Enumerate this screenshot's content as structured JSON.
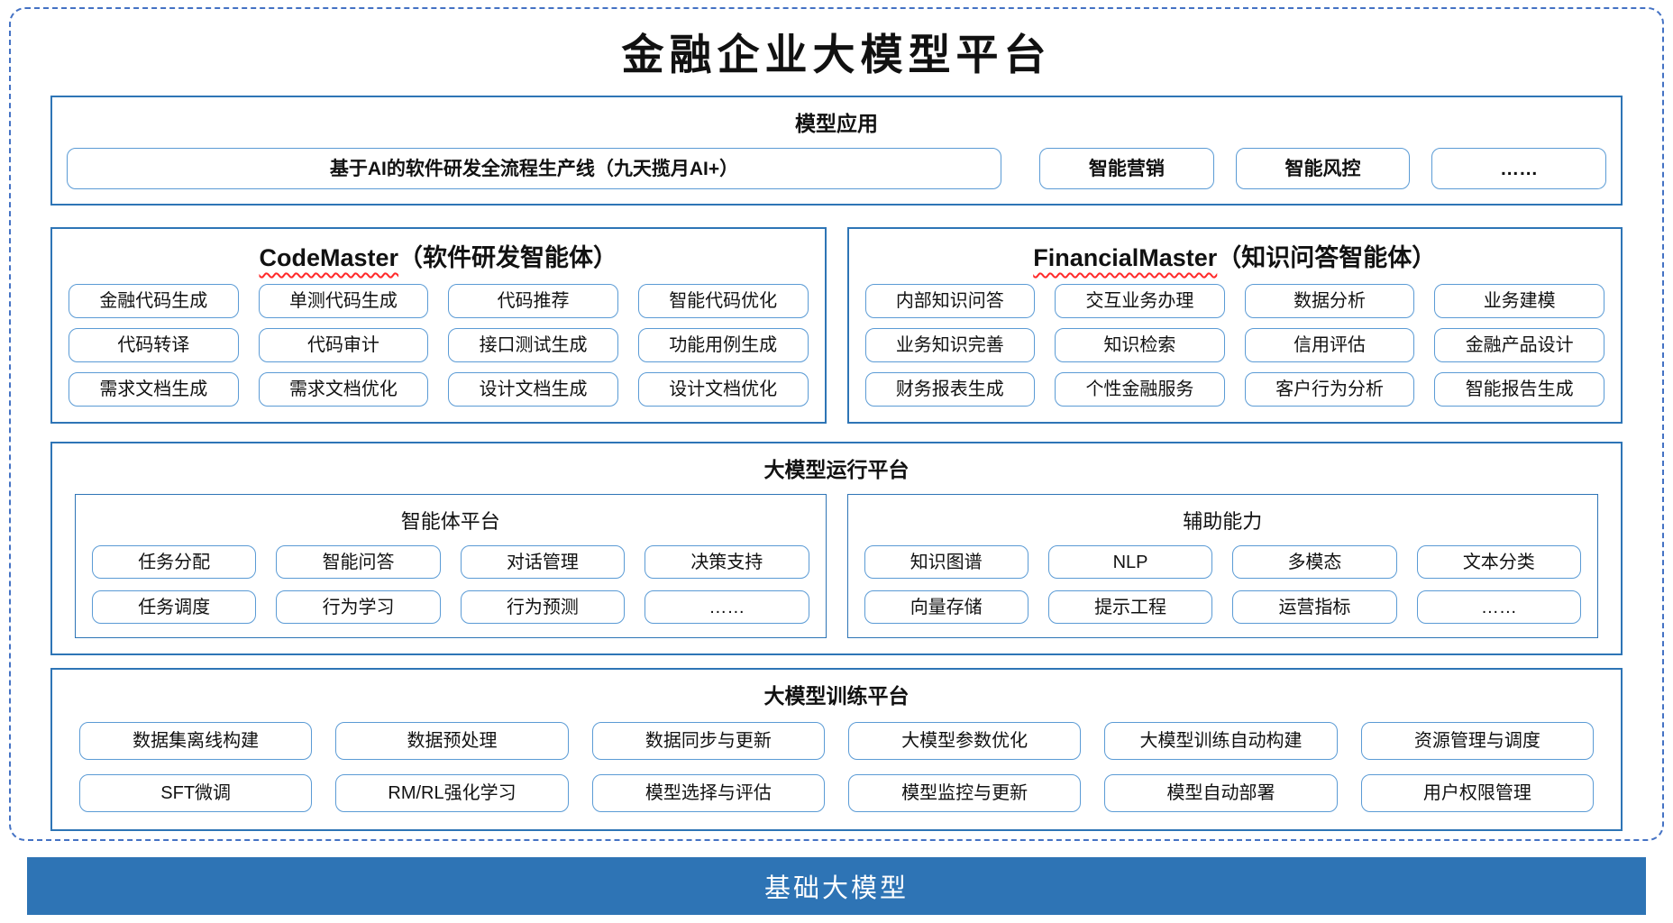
{
  "title": "金融企业大模型平台",
  "model_app": {
    "header": "模型应用",
    "main_item": "基于AI的软件研发全流程生产线（九天揽月AI+）",
    "items": [
      "智能营销",
      "智能风控",
      "……"
    ]
  },
  "agents": {
    "code_master": {
      "name_en": "CodeMaster",
      "name_zh": "（软件研发智能体）",
      "items": [
        "金融代码生成",
        "单测代码生成",
        "代码推荐",
        "智能代码优化",
        "代码转译",
        "代码审计",
        "接口测试生成",
        "功能用例生成",
        "需求文档生成",
        "需求文档优化",
        "设计文档生成",
        "设计文档优化"
      ]
    },
    "financial_master": {
      "name_en": "FinancialMaster",
      "name_zh": "（知识问答智能体）",
      "items": [
        "内部知识问答",
        "交互业务办理",
        "数据分析",
        "业务建模",
        "业务知识完善",
        "知识检索",
        "信用评估",
        "金融产品设计",
        "财务报表生成",
        "个性金融服务",
        "客户行为分析",
        "智能报告生成"
      ]
    }
  },
  "runtime": {
    "header": "大模型运行平台",
    "agent_platform": {
      "header": "智能体平台",
      "items": [
        "任务分配",
        "智能问答",
        "对话管理",
        "决策支持",
        "任务调度",
        "行为学习",
        "行为预测",
        "……"
      ]
    },
    "aux_ability": {
      "header": "辅助能力",
      "items": [
        "知识图谱",
        "NLP",
        "多模态",
        "文本分类",
        "向量存储",
        "提示工程",
        "运营指标",
        "……"
      ]
    }
  },
  "training": {
    "header": "大模型训练平台",
    "items": [
      "数据集离线构建",
      "数据预处理",
      "数据同步与更新",
      "大模型参数优化",
      "大模型训练自动构建",
      "资源管理与调度",
      "SFT微调",
      "RM/RL强化学习",
      "模型选择与评估",
      "模型监控与更新",
      "模型自动部署",
      "用户权限管理"
    ]
  },
  "foundation": {
    "label": "基础大模型"
  },
  "colors": {
    "section_border": "#2E75B6",
    "button_border": "#5B9BD5",
    "dashed_frame": "#4472C4",
    "foundation_bar": "#2E74B5",
    "spellcheck_squiggle": "#FF2A2A"
  }
}
